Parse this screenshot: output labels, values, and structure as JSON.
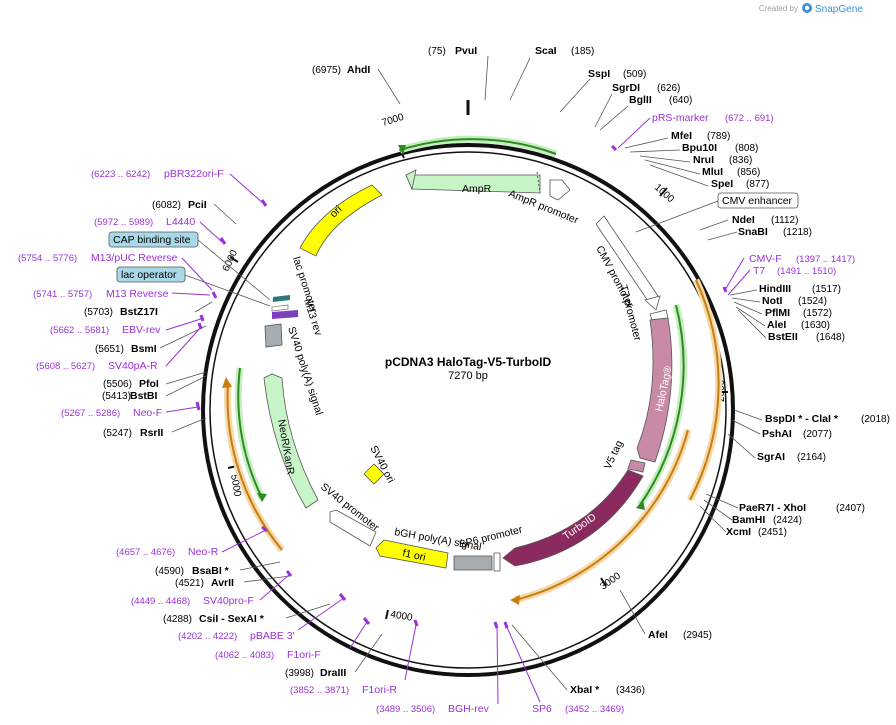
{
  "credit": {
    "created_by": "Created by",
    "brand": "SnapGene"
  },
  "plasmid": {
    "name": "pCDNA3 HaloTag-V5-TurboID",
    "length": "7270 bp"
  },
  "ticks": [
    "1000",
    "2000",
    "3000",
    "4000",
    "5000",
    "6000",
    "7000"
  ],
  "enzymes": [
    {
      "name": "PvuI",
      "pos": "(75)"
    },
    {
      "name": "ScaI",
      "pos": "(185)"
    },
    {
      "name": "SspI",
      "pos": "(509)"
    },
    {
      "name": "SgrDI",
      "pos": "(626)"
    },
    {
      "name": "BglII",
      "pos": "(640)"
    },
    {
      "name": "MfeI",
      "pos": "(789)"
    },
    {
      "name": "Bpu10I",
      "pos": "(808)"
    },
    {
      "name": "NruI",
      "pos": "(836)"
    },
    {
      "name": "MluI",
      "pos": "(856)"
    },
    {
      "name": "SpeI",
      "pos": "(877)"
    },
    {
      "name": "NdeI",
      "pos": "(1112)"
    },
    {
      "name": "SnaBI",
      "pos": "(1218)"
    },
    {
      "name": "HindIII",
      "pos": "(1517)"
    },
    {
      "name": "NotI",
      "pos": "(1524)"
    },
    {
      "name": "PflMI",
      "pos": "(1572)"
    },
    {
      "name": "AleI",
      "pos": "(1630)"
    },
    {
      "name": "BstEII",
      "pos": "(1648)"
    },
    {
      "name": "BspDI * - ClaI *",
      "pos": "(2018)"
    },
    {
      "name": "PshAI",
      "pos": "(2077)"
    },
    {
      "name": "SgrAI",
      "pos": "(2164)"
    },
    {
      "name": "PaeR7I - XhoI",
      "pos": "(2407)"
    },
    {
      "name": "BamHI",
      "pos": "(2424)"
    },
    {
      "name": "XcmI",
      "pos": "(2451)"
    },
    {
      "name": "AfeI",
      "pos": "(2945)"
    },
    {
      "name": "XbaI *",
      "pos": "(3436)"
    },
    {
      "name": "DraIII",
      "pos": "(3998)"
    },
    {
      "name": "CsiI - SexAI *",
      "pos": "(4288)"
    },
    {
      "name": "AvrII",
      "pos": "(4521)"
    },
    {
      "name": "BsaBI *",
      "pos": "(4590)"
    },
    {
      "name": "RsrII",
      "pos": "(5247)"
    },
    {
      "name": "BstBI",
      "pos": "(5413)"
    },
    {
      "name": "PfoI",
      "pos": "(5506)"
    },
    {
      "name": "BsmI",
      "pos": "(5651)"
    },
    {
      "name": "BstZ17I",
      "pos": "(5703)"
    },
    {
      "name": "PciI",
      "pos": "(6082)"
    },
    {
      "name": "AhdI",
      "pos": "(6975)"
    }
  ],
  "primers": [
    {
      "name": "pRS-marker",
      "pos": "(672 .. 691)"
    },
    {
      "name": "CMV-F",
      "pos": "(1397 .. 1417)"
    },
    {
      "name": "T7",
      "pos": "(1491 .. 1510)"
    },
    {
      "name": "SP6",
      "pos": "(3452 .. 3469)"
    },
    {
      "name": "BGH-rev",
      "pos": "(3489 .. 3506)"
    },
    {
      "name": "F1ori-R",
      "pos": "(3852 .. 3871)"
    },
    {
      "name": "F1ori-F",
      "pos": "(4062 .. 4083)"
    },
    {
      "name": "pBABE 3'",
      "pos": "(4202 .. 4222)"
    },
    {
      "name": "SV40pro-F",
      "pos": "(4449 .. 4468)"
    },
    {
      "name": "Neo-R",
      "pos": "(4657 .. 4676)"
    },
    {
      "name": "Neo-F",
      "pos": "(5267 .. 5286)"
    },
    {
      "name": "SV40pA-R",
      "pos": "(5608 .. 5627)"
    },
    {
      "name": "EBV-rev",
      "pos": "(5662 .. 5681)"
    },
    {
      "name": "M13 Reverse",
      "pos": "(5741 .. 5757)"
    },
    {
      "name": "M13/pUC Reverse",
      "pos": "(5754 .. 5776)"
    },
    {
      "name": "L4440",
      "pos": "(5972 .. 5989)"
    },
    {
      "name": "pBR322ori-F",
      "pos": "(6223 .. 6242)"
    }
  ],
  "boxed_features": [
    "CMV enhancer",
    "CAP binding site",
    "lac operator"
  ],
  "features": {
    "ampr": "AmpR",
    "ampr_promoter": "AmpR promoter",
    "cmv_promoter": "CMV promoter",
    "t7_promoter": "T7 promoter",
    "halotag": "HaloTag®",
    "v5_tag": "V5 tag",
    "turboid": "TurboID",
    "sp6_promoter": "SP6 promoter",
    "bgh_polya": "bGH poly(A) signal",
    "f1_ori": "f1 ori",
    "sv40_promoter": "SV40 promoter",
    "sv40_ori": "SV40 ori",
    "neor_kanr": "NeoR/KanR",
    "sv40_polya": "SV40 poly(A) signal",
    "m13_rev": "M13 rev",
    "lac_promoter": "lac promoter",
    "ori": "ori"
  }
}
